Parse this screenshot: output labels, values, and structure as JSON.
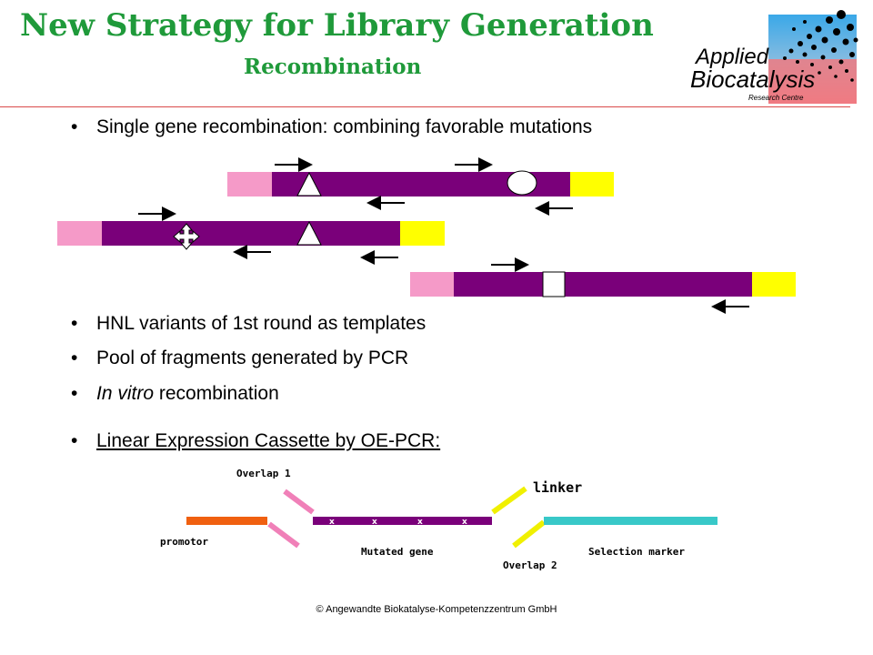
{
  "header": {
    "title": "New Strategy for Library Generation",
    "subtitle": "Recombination"
  },
  "logo": {
    "line1": "Applied",
    "line2": "Biocatalysis",
    "line3": "Research Centre"
  },
  "bullets": {
    "b1": "Single gene recombination: combining favorable mutations",
    "b2": "HNL variants of 1st round as templates",
    "b3": "Pool of fragments generated by PCR",
    "b4_italic": "In vitro",
    "b4_rest": " recombination",
    "b5": "Linear Expression Cassette by OE-PCR:"
  },
  "cassette": {
    "overlap1": "Overlap 1",
    "overlap2": "Overlap 2",
    "linker": "linker",
    "promotor": "promotor",
    "mutated_gene": "Mutated gene",
    "selection_marker": "Selection marker"
  },
  "colors": {
    "title_green": "#1f9a3a",
    "gene_purple": "#7a007a",
    "pink": "#f59ac8",
    "yellow": "#ffff00",
    "promotor_orange": "#f06010",
    "marker_teal": "#38c8c8",
    "overlap1_pink": "#f080b8",
    "linker_yellow": "#f0f000"
  },
  "footer": "© Angewandte Biokatalyse-Kompetenzzentrum  GmbH"
}
